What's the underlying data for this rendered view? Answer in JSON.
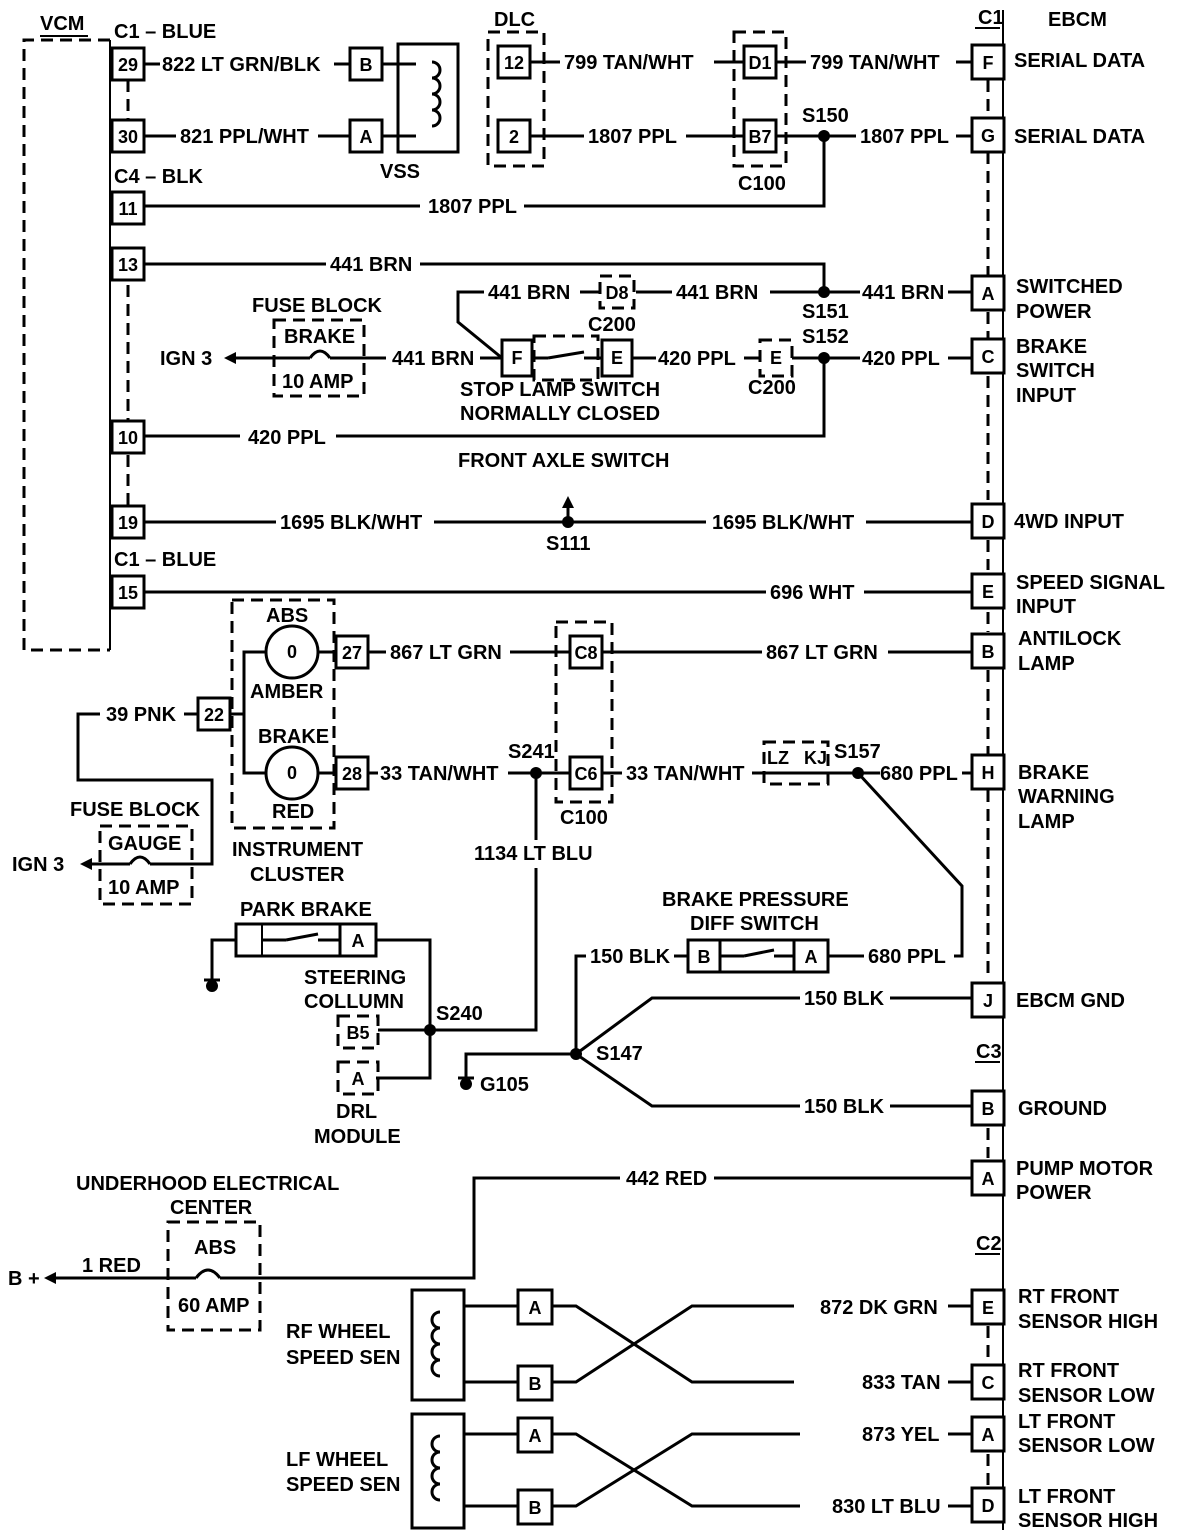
{
  "modules": {
    "vcm": "VCM",
    "ebcm": "EBCM",
    "vss": "VSS",
    "dlc": "DLC",
    "instrument_cluster_1": "INSTRUMENT",
    "instrument_cluster_2": "CLUSTER",
    "drl_1": "DRL",
    "drl_2": "MODULE",
    "rf_wheel_1": "RF WHEEL",
    "rf_wheel_2": "SPEED SEN",
    "lf_wheel_1": "LF WHEEL",
    "lf_wheel_2": "SPEED SEN",
    "uec_1": "UNDERHOOD ELECTRICAL",
    "uec_2": "CENTER"
  },
  "connectors": {
    "vcm_c1_blue_top": "C1 – BLUE",
    "vcm_c4_blk": "C4 – BLK",
    "vcm_c1_blue_mid": "C1 – BLUE",
    "ebcm_c1": "C1",
    "ebcm_c3": "C3",
    "ebcm_c2": "C2",
    "c100_top": "C100",
    "c100_mid": "C100",
    "c200_a": "C200",
    "c200_b": "C200"
  },
  "pins": {
    "vcm": [
      "29",
      "30",
      "11",
      "13",
      "10",
      "19",
      "15"
    ],
    "vss": [
      "B",
      "A"
    ],
    "dlc": [
      "12",
      "2"
    ],
    "c100_top": [
      "D1",
      "B7"
    ],
    "d8": "D8",
    "stop_f": "F",
    "stop_e": "E",
    "c200_e": "E",
    "ic": [
      "27",
      "28",
      "22"
    ],
    "c8": "C8",
    "c6": "C6",
    "lz": "LZ",
    "kj": "KJ",
    "park_a": "A",
    "b5": "B5",
    "drl_a": "A",
    "bp_b": "B",
    "bp_a": "A",
    "rf": [
      "A",
      "B"
    ],
    "lf": [
      "A",
      "B"
    ],
    "ebcm": [
      "F",
      "G",
      "A",
      "C",
      "D",
      "E",
      "B",
      "H",
      "J",
      "B",
      "A",
      "E",
      "C",
      "A",
      "D"
    ]
  },
  "wires": {
    "w822": "822 LT GRN/BLK",
    "w821": "821 PPL/WHT",
    "w799a": "799 TAN/WHT",
    "w799b": "799 TAN/WHT",
    "w1807a": "1807 PPL",
    "w1807b": "1807 PPL",
    "w1807c": "1807 PPL",
    "w441a": "441 BRN",
    "w441b": "441 BRN",
    "w441c": "441 BRN",
    "w441d": "441 BRN",
    "w441e": "441 BRN",
    "w420a": "420 PPL",
    "w420b": "420 PPL",
    "w420c": "420 PPL",
    "w1695a": "1695 BLK/WHT",
    "w1695b": "1695 BLK/WHT",
    "w696": "696 WHT",
    "w867a": "867 LT GRN",
    "w867b": "867 LT GRN",
    "w39": "39 PNK",
    "w33a": "33 TAN/WHT",
    "w33b": "33 TAN/WHT",
    "w680a": "680 PPL",
    "w680b": "680 PPL",
    "w1134": "1134 LT BLU",
    "w150a": "150 BLK",
    "w150b": "150 BLK",
    "w150c": "150 BLK",
    "w442": "442 RED",
    "w1": "1 RED",
    "w872": "872 DK GRN",
    "w833": "833 TAN",
    "w873": "873 YEL",
    "w830": "830 LT BLU"
  },
  "splices": {
    "s150": "S150",
    "s151": "S151",
    "s152": "S152",
    "s111": "S111",
    "s241": "S241",
    "s157": "S157",
    "s240": "S240",
    "s147": "S147",
    "g105": "G105"
  },
  "components": {
    "fuse_block_1": "FUSE BLOCK",
    "fuse_brake": "BRAKE",
    "fuse_brake_amp": "10 AMP",
    "ign3_a": "IGN 3",
    "fuse_block_2": "FUSE BLOCK",
    "fuse_gauge": "GAUGE",
    "fuse_gauge_amp": "10 AMP",
    "ign3_b": "IGN 3",
    "stop_lamp_1": "STOP LAMP SWITCH",
    "stop_lamp_2": "NORMALLY CLOSED",
    "front_axle": "FRONT AXLE SWITCH",
    "abs_lamp": "ABS",
    "amber": "AMBER",
    "brake_lamp": "BRAKE",
    "red": "RED",
    "park_brake": "PARK BRAKE",
    "steering_1": "STEERING",
    "steering_2": "COLLUMN",
    "bp_1": "BRAKE PRESSURE",
    "bp_2": "DIFF SWITCH",
    "fuse_abs": "ABS",
    "fuse_abs_amp": "60 AMP",
    "bplus": "B +"
  },
  "ebcm_labels": [
    "SERIAL DATA",
    "SERIAL DATA",
    "SWITCHED",
    "POWER",
    "BRAKE",
    "SWITCH",
    "INPUT",
    "4WD INPUT",
    "SPEED SIGNAL",
    "INPUT",
    "ANTILOCK",
    "LAMP",
    "BRAKE",
    "WARNING",
    "LAMP",
    "EBCM GND",
    "GROUND",
    "PUMP MOTOR",
    "POWER",
    "RT FRONT",
    "SENSOR HIGH",
    "RT FRONT",
    "SENSOR LOW",
    "LT FRONT",
    "SENSOR LOW",
    "LT FRONT",
    "SENSOR HIGH"
  ]
}
